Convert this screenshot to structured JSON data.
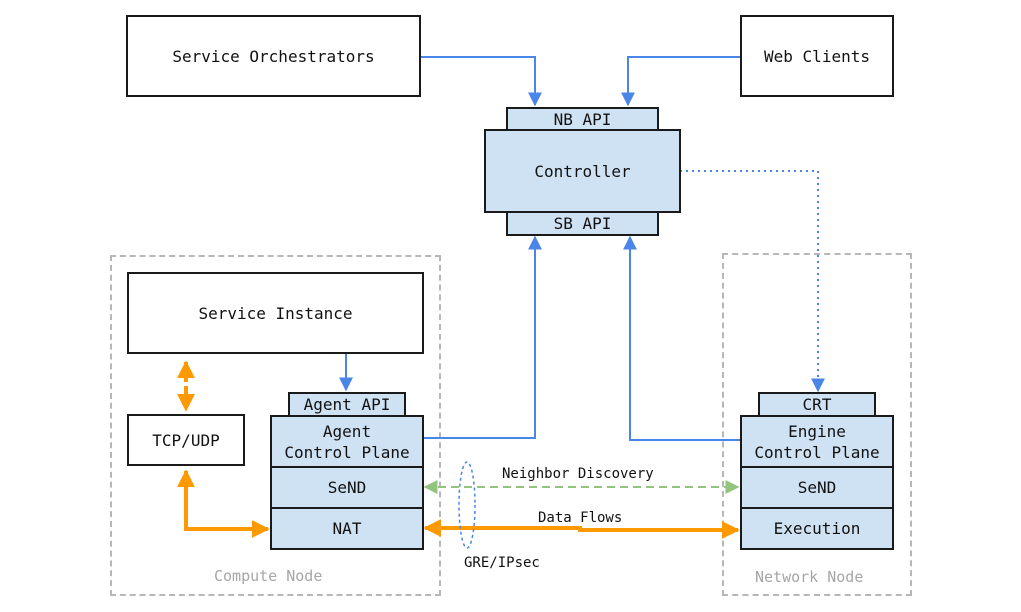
{
  "nodes": {
    "service_orchestrators": "Service Orchestrators",
    "web_clients": "Web Clients",
    "nb_api": "NB API",
    "controller": "Controller",
    "sb_api": "SB API",
    "service_instance": "Service Instance",
    "tcp_udp": "TCP/UDP",
    "agent_api": "Agent API",
    "agent_control_plane": "Agent\nControl Plane",
    "agent_send": "SeND",
    "agent_nat": "NAT",
    "crt": "CRT",
    "engine_control_plane": "Engine\nControl Plane",
    "engine_send": "SeND",
    "execution": "Execution"
  },
  "groups": {
    "compute_node": "Compute Node",
    "network_node": "Network Node"
  },
  "edges": {
    "neighbor_discovery": "Neighbor Discovery",
    "data_flows": "Data Flows",
    "gre_ipsec": "GRE/IPsec"
  },
  "colors": {
    "api_link": "#4a86e8",
    "data_flow": "#ff9900",
    "neighbor_discovery": "#93c47d",
    "box_fill": "#cfe2f3",
    "group_border": "#b7b7b7"
  }
}
